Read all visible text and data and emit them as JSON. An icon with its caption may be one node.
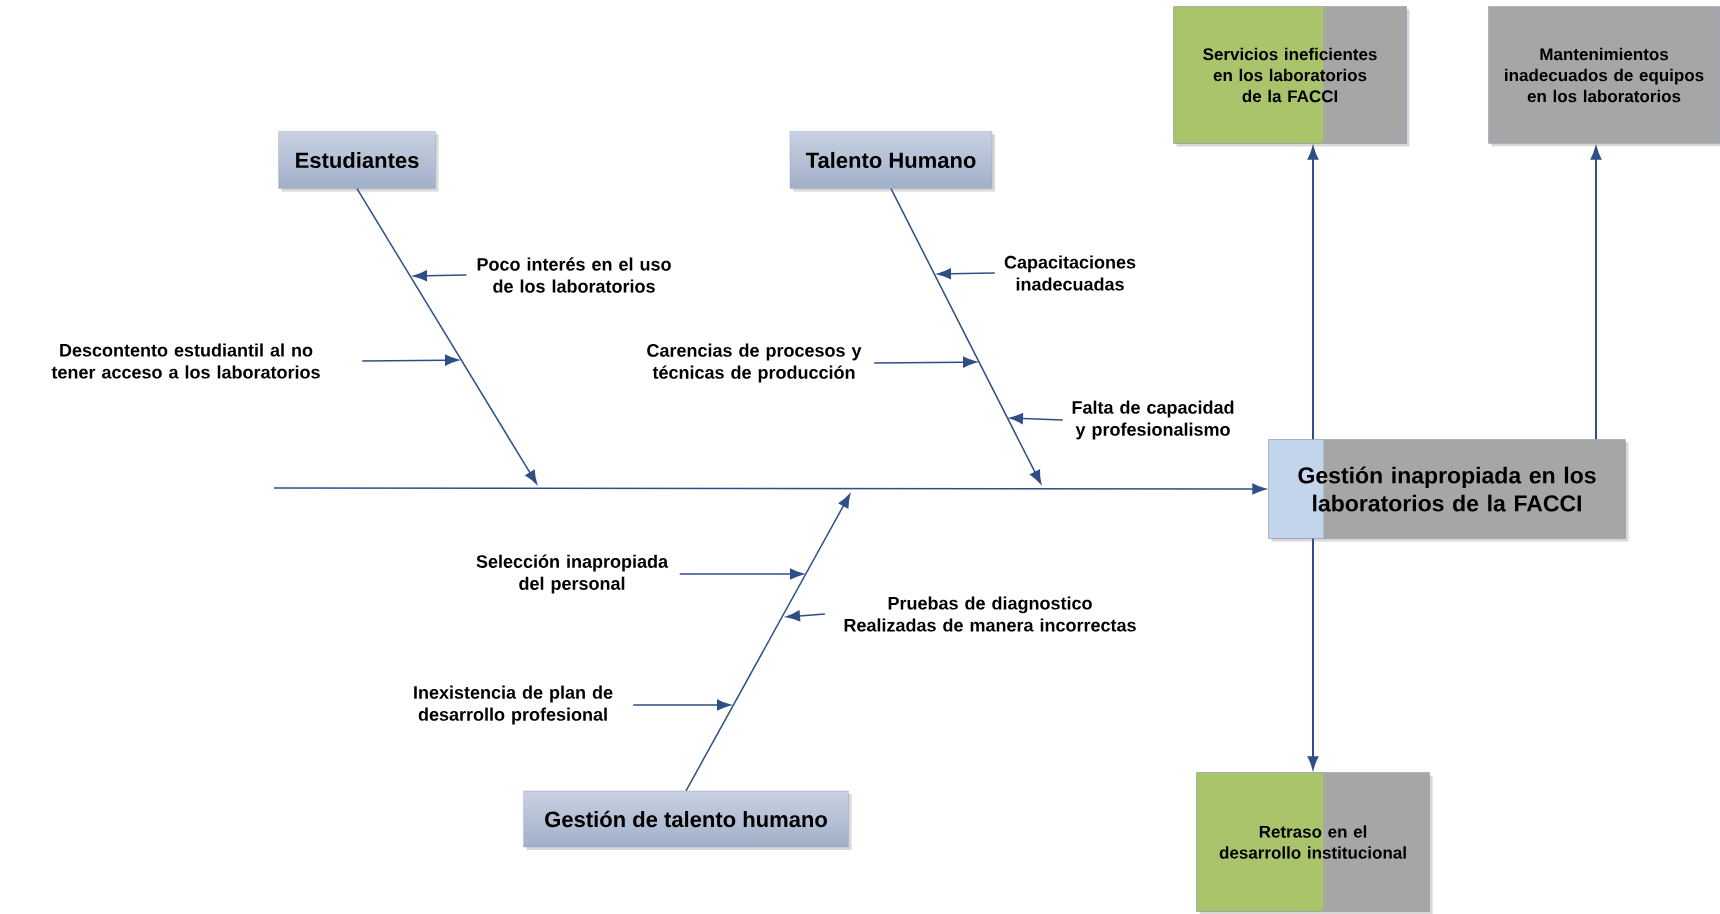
{
  "diagram": {
    "nodes": [
      {
        "text": [
          "Estudiantes"
        ]
      },
      {
        "text": [
          "Talento Humano"
        ]
      },
      {
        "text": [
          "Gestión de talento humano"
        ]
      },
      {
        "text": [
          "Gestión inapropiada en los laboratorios de la FACCI"
        ]
      },
      {
        "text": [
          "Servicios ineficientes en los laboratorios de la FACCI"
        ]
      },
      {
        "text": [
          "Mantenimientos inadecuados de equipos en los laboratorios"
        ]
      },
      {
        "text": [
          "Retraso en el desarrollo institucional"
        ]
      },
      {
        "text": [
          "Poco interés en el uso de los laboratorios"
        ]
      },
      {
        "text": [
          "Descontento estudiantil al no tener acceso a los laboratorios"
        ]
      },
      {
        "text": [
          "Capacitaciones inadecuadas"
        ]
      },
      {
        "text": [
          "Carencias de procesos y técnicas de producción"
        ]
      },
      {
        "text": [
          "Falta de capacidad y profesionalismo"
        ]
      },
      {
        "text": [
          "Selección inapropiada del personal"
        ]
      },
      {
        "text": [
          "Pruebas de diagnostico Realizadas de manera incorrectas"
        ]
      },
      {
        "text": [
          "Inexistencia de plan de desarrollo profesional"
        ]
      }
    ],
    "edges": [
      {
        "from": null,
        "to": 3,
        "arrow": "to"
      },
      {
        "from": 0,
        "to": null,
        "arrow": "to"
      },
      {
        "from": 1,
        "to": null,
        "arrow": "to"
      },
      {
        "from": 2,
        "to": null,
        "arrow": "to"
      },
      {
        "from": 7,
        "to": null,
        "arrow": "to"
      },
      {
        "from": 8,
        "to": null,
        "arrow": "to"
      },
      {
        "from": 9,
        "to": null,
        "arrow": "to"
      },
      {
        "from": 10,
        "to": null,
        "arrow": "to"
      },
      {
        "from": 11,
        "to": null,
        "arrow": "to"
      },
      {
        "from": 12,
        "to": null,
        "arrow": "to"
      },
      {
        "from": 13,
        "to": null,
        "arrow": "to"
      },
      {
        "from": 14,
        "to": null,
        "arrow": "to"
      },
      {
        "from": 3,
        "to": 4,
        "arrow": "to"
      },
      {
        "from": 3,
        "to": 5,
        "arrow": "to"
      },
      {
        "from": 3,
        "to": 6,
        "arrow": "to"
      }
    ]
  }
}
